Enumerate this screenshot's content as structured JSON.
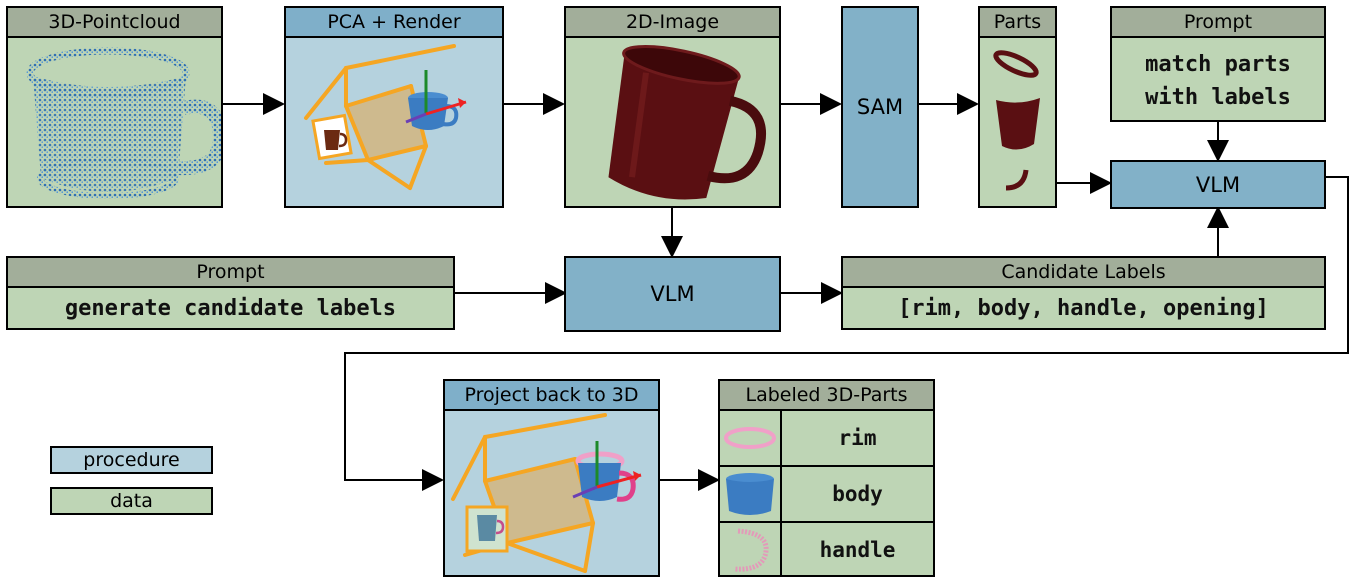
{
  "nodes": {
    "pointcloud": {
      "title": "3D-Pointcloud"
    },
    "pca_render": {
      "title": "PCA + Render"
    },
    "image2d": {
      "title": "2D-Image"
    },
    "sam": {
      "label": "SAM"
    },
    "parts": {
      "title": "Parts"
    },
    "prompt_match": {
      "title": "Prompt",
      "text_line1": "match parts",
      "text_line2": "with labels"
    },
    "vlm_right": {
      "label": "VLM"
    },
    "prompt_generate": {
      "title": "Prompt",
      "text": "generate candidate labels"
    },
    "vlm_middle": {
      "label": "VLM"
    },
    "candidate_labels": {
      "title": "Candidate Labels",
      "text": "[rim, body, handle, opening]"
    },
    "project_back": {
      "title": "Project back to 3D"
    },
    "labeled_parts": {
      "title": "Labeled 3D-Parts",
      "rows": [
        {
          "label": "rim"
        },
        {
          "label": "body"
        },
        {
          "label": "handle"
        }
      ]
    }
  },
  "legend": {
    "procedure": "procedure",
    "data": "data"
  },
  "colors": {
    "data_fill": "#bed5b5",
    "data_header": "#a2ae9a",
    "procedure_fill": "#82b1c8",
    "procedure_light": "#b5d2de",
    "procedure_header": "#7fafc9",
    "pointcloud_blue": "#3a7fc0",
    "mug_red": "#5a0f12",
    "camera_orange": "#f5a623",
    "rim_pink": "#f0a0c8"
  }
}
